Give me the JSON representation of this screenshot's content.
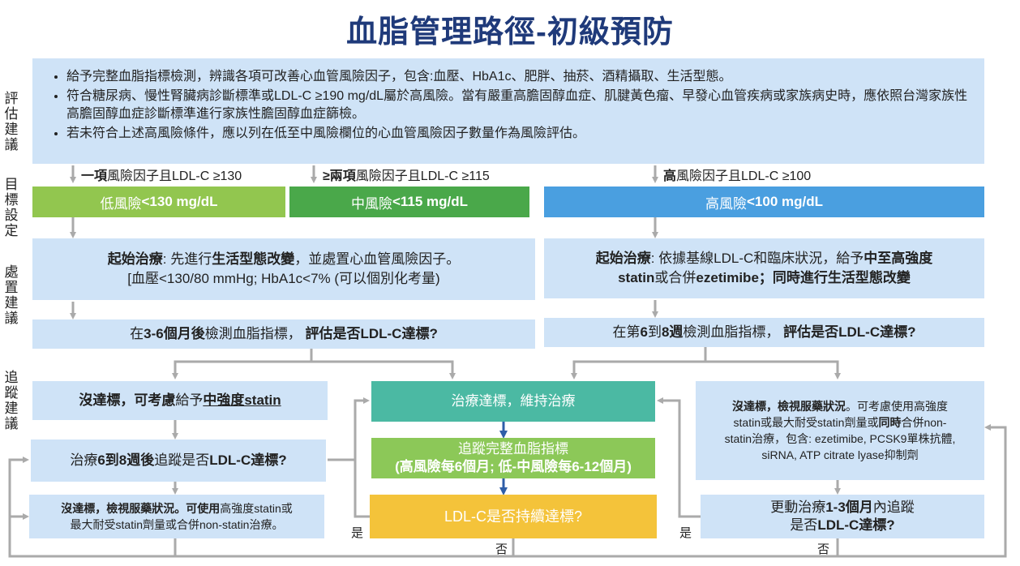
{
  "title": "血脂管理路徑-初級預防",
  "side_labels": {
    "assess": "評估建議",
    "target": "目標設定",
    "treat": "處置建議",
    "follow": "追蹤建議"
  },
  "assessment": {
    "bullet1": "給予完整血脂指標檢測，辨識各項可改善心血管風險因子，包含:血壓、HbA1c、肥胖、抽菸、酒精攝取、生活型態。",
    "bullet2": "符合糖尿病、慢性腎臟病診斷標準或LDL-C ≥190 mg/dL屬於高風險。當有嚴重高膽固醇血症、肌腱黃色瘤、早發心血管疾病或家族病史時，應依照台灣家族性高膽固醇血症診斷標準進行家族性膽固醇血症篩檢。",
    "bullet3": "若未符合上述高風險條件，應以列在低至中風險欄位的心血管風險因子數量作為風險評估。"
  },
  "risk": {
    "low_label_b": "一項",
    "low_label_rest": "風險因子且LDL-C ≥130",
    "mid_label_b": "≥兩項",
    "mid_label_rest": "風險因子且LDL-C ≥115",
    "high_label_b": "高",
    "high_label_rest": "風險因子且LDL-C ≥100",
    "low_target_a": "低風險 ",
    "low_target_b": "<130 mg/dL",
    "mid_target_a": "中風險 ",
    "mid_target_b": "<115 mg/dL",
    "high_target_a": "高風險 ",
    "high_target_b": "<100 mg/dL"
  },
  "treat_left": {
    "b1": "起始治療",
    "t1": ": 先進行",
    "b2": "生活型態改變",
    "t2": "，並處置心血管風險因子。",
    "line2": "[血壓<130/80 mmHg; HbA1c<7% (可以個別化考量)"
  },
  "treat_right": {
    "b1": "起始治療",
    "t1": ": 依據基線LDL-C和臨床狀況，給予",
    "b2": "中至高強度",
    "b3": "statin",
    "t3": "或合併",
    "b4": "ezetimibe；同時進行生活型態改變"
  },
  "check_left": {
    "t1": "在",
    "b1": "3-6個月後",
    "t2": "檢測血脂指標，  ",
    "b2": "評估是否LDL-C達標?"
  },
  "check_right": {
    "t1": "在第",
    "b1": "6",
    "t2": "到",
    "b2": "8週",
    "t3": "檢測血脂指標，  ",
    "b3": "評估是否LDL-C達標?"
  },
  "left_col": {
    "notmet_b": "沒達標，可考慮",
    "notmet_t": "給予",
    "notmet_u": "中強度statin",
    "follow_t1": "治療",
    "follow_b1": "6到8週後",
    "follow_t2": "追蹤是否",
    "follow_b2": "LDL-C達標?",
    "last_b1": "沒達標，檢視服藥狀況。可使用",
    "last_t1": "高強度statin或",
    "last_line2": "最大耐受statin劑量或合併non-statin治療。"
  },
  "center": {
    "met": "治療達標，維持治療",
    "track_line1": "追蹤完整血脂指標",
    "track_line2": "(高風險每6個月; 低-中風險每6-12個月)",
    "sustain": "LDL-C是否持續達標?"
  },
  "right_col": {
    "notmet_b": "沒達標，檢視服藥狀況",
    "notmet_t1": "。可考慮使用高強度",
    "notmet_t2": "statin或最大耐受statin劑量或",
    "notmet_b2": "同時",
    "notmet_t3": "合併non-",
    "notmet_t4": "statin治療，包含: ezetimibe, PCSK9單株抗體,",
    "notmet_t5": "siRNA, ATP citrate lyase抑制劑",
    "change_t1": "更動治療",
    "change_b1": "1-3個月",
    "change_t2": "內追蹤",
    "change_t3": "是否",
    "change_b2": "LDL-C達標?"
  },
  "yes_no": {
    "yes": "是",
    "no": "否"
  },
  "colors": {
    "title": "#1f3a7a",
    "box": "#cfe3f7",
    "low": "#92c64f",
    "mid": "#4aa84a",
    "high": "#4a9fe0",
    "teal": "#4bb9a3",
    "yellow": "#f4c33a",
    "arrow_grey": "#aaaaaa",
    "arrow_blue": "#2f5ea8"
  }
}
